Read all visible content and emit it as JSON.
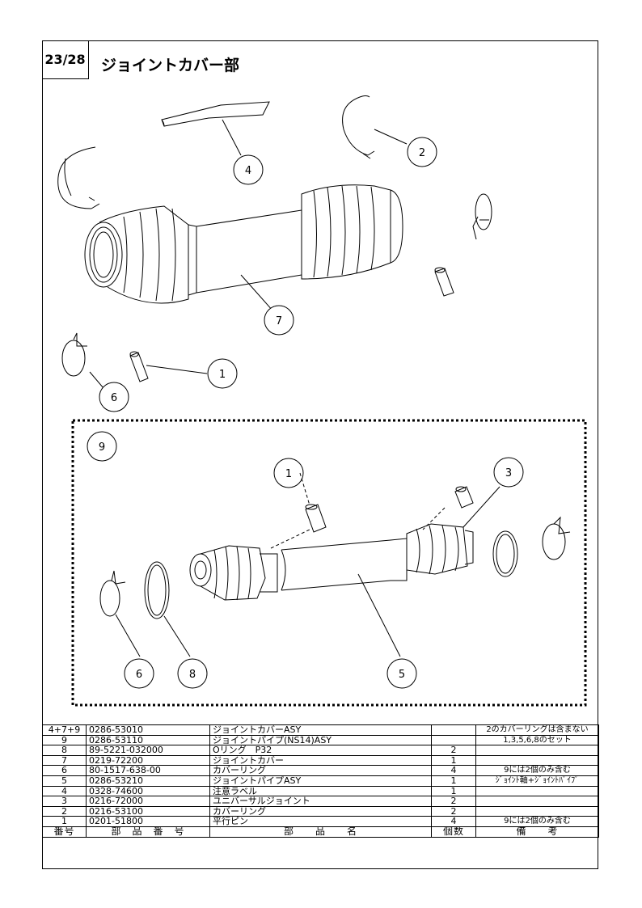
{
  "header": {
    "page": "23/28",
    "title": "ジョイントカバー部"
  },
  "callouts": {
    "c1": "1",
    "c2": "2",
    "c3": "3",
    "c4": "4",
    "c5": "5",
    "c6": "6",
    "c7": "7",
    "c8": "8",
    "c9": "9",
    "c1b": "1",
    "c6b": "6"
  },
  "table": {
    "headers": [
      "番号",
      "部　品　番　号",
      "部　　品　　名",
      "個数",
      "備　　考"
    ],
    "rows": [
      {
        "no": "4+7+9",
        "pn": "0286-53010",
        "name": "ジョイントカバーASY",
        "qty": "",
        "note": "2のカバーリングは含まない"
      },
      {
        "no": "9",
        "pn": "0286-53110",
        "name": "ジョイントパイプ(NS14)ASY",
        "qty": "",
        "note": "1,3,5,6,8のセット"
      },
      {
        "no": "8",
        "pn": "89-5221-032000",
        "name": "Oリング　P32",
        "qty": "2",
        "note": ""
      },
      {
        "no": "7",
        "pn": "0219-72200",
        "name": "ジョイントカバー",
        "qty": "1",
        "note": ""
      },
      {
        "no": "6",
        "pn": "80-1517-638-00",
        "name": "カバーリング",
        "qty": "4",
        "note": "9には2個のみ含む"
      },
      {
        "no": "5",
        "pn": "0286-53210",
        "name": "ジョイントパイプASY",
        "qty": "1",
        "note": "ｼﾞｮｲﾝﾄ軸+ｼﾞｮｲﾝﾄﾊﾟｲﾌﾟ"
      },
      {
        "no": "4",
        "pn": "0328-74600",
        "name": "注意ラベル",
        "qty": "1",
        "note": ""
      },
      {
        "no": "3",
        "pn": "0216-72000",
        "name": "ユニバーサルジョイント",
        "qty": "2",
        "note": ""
      },
      {
        "no": "2",
        "pn": "0216-53100",
        "name": "カバーリング",
        "qty": "2",
        "note": ""
      },
      {
        "no": "1",
        "pn": "0201-51800",
        "name": "平行ピン",
        "qty": "4",
        "note": "9には2個のみ含む"
      }
    ]
  }
}
